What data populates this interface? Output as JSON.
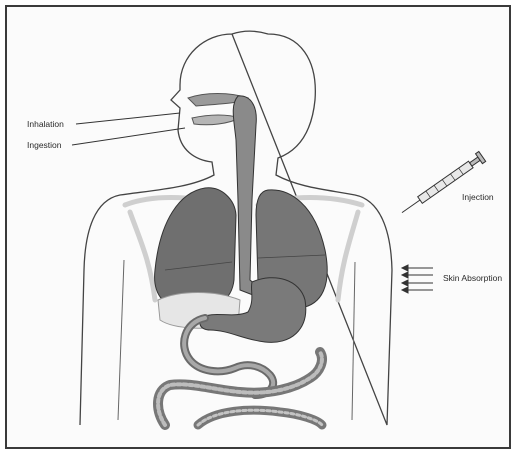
{
  "labels": {
    "inhalation": "Inhalation",
    "ingestion": "Ingestion",
    "injection": "Injection",
    "skin_absorption": "Skin Absorption"
  },
  "colors": {
    "outline": "#444444",
    "lung": "#6b6b6b",
    "organ_dark": "#555555",
    "organ_mid": "#8a8a8a",
    "bone": "#d8d8d8"
  }
}
